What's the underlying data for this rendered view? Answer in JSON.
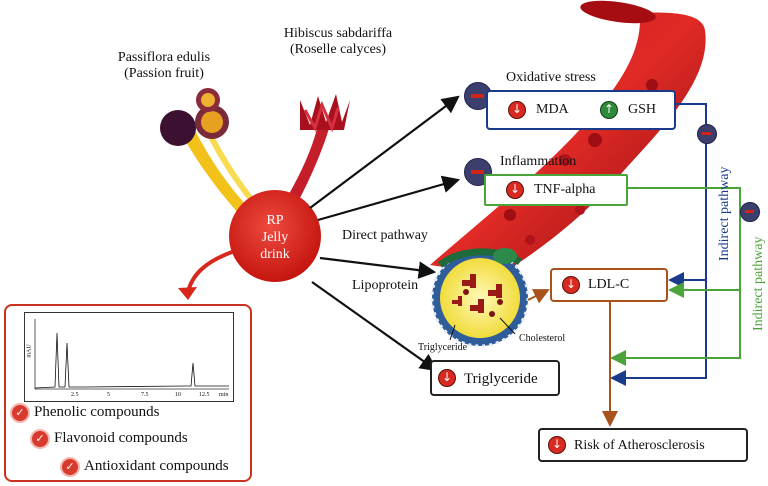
{
  "sources": [
    {
      "name": "Passiflora edulis",
      "common": "(Passion fruit)"
    },
    {
      "name": "Hibiscus sabdariffa",
      "common": "(Roselle calyces)"
    }
  ],
  "product": [
    "RP",
    "Jelly",
    "drink"
  ],
  "pathways": {
    "direct": "Direct pathway",
    "indirect": "Indirect pathway"
  },
  "oxidative": {
    "title": "Oxidative stress",
    "mda": "MDA",
    "gsh": "GSH"
  },
  "inflammation": {
    "title": "Inflammation",
    "marker": "TNF-alpha"
  },
  "lipoprotein": {
    "label": "Lipoprotein",
    "cholesterol": "Cholesterol",
    "triglyceride": "Triglyceride"
  },
  "ldl": "LDL-C",
  "triglyceride_box": "Triglyceride",
  "risk": "Risk of Atherosclerosis",
  "compounds": [
    "Phenolic compounds",
    "Flavonoid compounds",
    "Antioxidant compounds"
  ],
  "chromatogram": {
    "ylabel": "mAU",
    "ticks": [
      "2.5",
      "5",
      "7.5",
      "10",
      "12.5",
      "min"
    ]
  },
  "colors": {
    "red": "#d8281c",
    "navy": "#1a3a8c",
    "green": "#4aa43a",
    "brown": "#a8521c"
  }
}
